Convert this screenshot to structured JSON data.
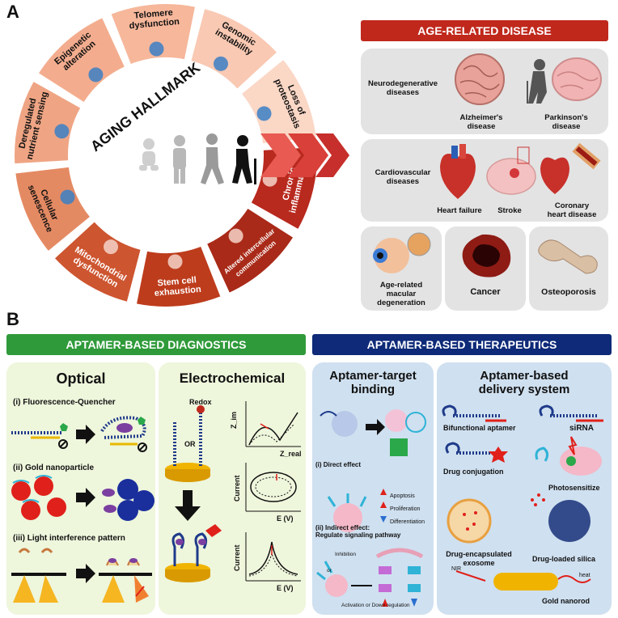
{
  "panel_a": {
    "letter": "A",
    "wheel_title": "AGING HALLMARK",
    "hallmarks": [
      {
        "lines": [
          "Telomere",
          "dysfunction"
        ],
        "color": "#f6b79b"
      },
      {
        "lines": [
          "Genomic",
          "instability"
        ],
        "color": "#f9c9b3"
      },
      {
        "lines": [
          "Loss of",
          "proteostasis"
        ],
        "color": "#fbd7c6"
      },
      {
        "lines": [
          "Chronic",
          "inflammation"
        ],
        "color": "#b8291e"
      },
      {
        "lines": [
          "Altered intercellular",
          "communication"
        ],
        "color": "#a92a18"
      },
      {
        "lines": [
          "Stem cell",
          "exhaustion"
        ],
        "color": "#bd3c1c"
      },
      {
        "lines": [
          "Mitochondrial",
          "dysfunction"
        ],
        "color": "#cd5530"
      },
      {
        "lines": [
          "Cellular",
          "senescence"
        ],
        "color": "#e48a63"
      },
      {
        "lines": [
          "Deregulated",
          "nutrient sensing"
        ],
        "color": "#efa584"
      },
      {
        "lines": [
          "Epigenetic",
          "alteration"
        ],
        "color": "#f3ad8e"
      }
    ],
    "disease_banner": "AGE-RELATED DISEASE",
    "neuro": {
      "category": [
        "Neurodegenerative",
        "diseases"
      ],
      "items": [
        [
          "Alzheimer's",
          "disease"
        ],
        [
          "Parkinson's",
          "disease"
        ]
      ]
    },
    "cardio": {
      "category": [
        "Cardiovascular",
        "diseases"
      ],
      "items": [
        [
          "Heart failure"
        ],
        [
          "Stroke"
        ],
        [
          "Coronary",
          "heart disease"
        ]
      ]
    },
    "bottom_diseases": [
      [
        "Age-related",
        "macular",
        "degeneration"
      ],
      [
        "Cancer"
      ],
      [
        "Osteoporosis"
      ]
    ]
  },
  "panel_b": {
    "letter": "B",
    "diag_banner": "APTAMER-BASED DIAGNOSTICS",
    "ther_banner": "APTAMER-BASED THERAPEUTICS",
    "optical": {
      "title": "Optical",
      "steps": [
        "(i) Fluorescence-Quencher",
        "(ii) Gold nanoparticle",
        "(iii) Light interference pattern"
      ]
    },
    "electrochemical": {
      "title": "Electrochemical",
      "redox": "Redox",
      "or": "OR",
      "plots": [
        {
          "ylabel": "Z_im",
          "xlabel": "Z_real"
        },
        {
          "ylabel": "Current",
          "xlabel": "E (V)"
        },
        {
          "ylabel": "Current",
          "xlabel": "E (V)"
        }
      ]
    },
    "binding": {
      "title": [
        "Aptamer-target",
        "binding"
      ],
      "direct": "(i) Direct effect",
      "effects": [
        "Apoptosis",
        "Proliferation",
        "Differentiation"
      ],
      "indirect": [
        "(ii) Indirect effect:",
        "Regulate signaling pathway"
      ],
      "inhibition": "Inhibition",
      "or": "or",
      "regulation": "Activation or Down regulation"
    },
    "delivery": {
      "title": [
        "Aptamer-based",
        "delivery system"
      ],
      "items": {
        "bifunctional": "Bifunctional aptamer",
        "sirna": "siRNA",
        "drug_conj": "Drug conjugation",
        "photo": "Photosensitize",
        "exosome": [
          "Drug-encapsulated",
          "exosome"
        ],
        "silica": "Drug-loaded silica",
        "nir": "NIR",
        "heat": "heat",
        "nanorod": "Gold nanorod"
      }
    }
  },
  "colors": {
    "red_banner": "#c0281c",
    "green_banner": "#2f9a3a",
    "navy_banner": "#0e2a78",
    "optical_bg": "#eef6dc",
    "ther_bg": "#cfe0f0",
    "disease_bg": "#e3e3e3"
  }
}
